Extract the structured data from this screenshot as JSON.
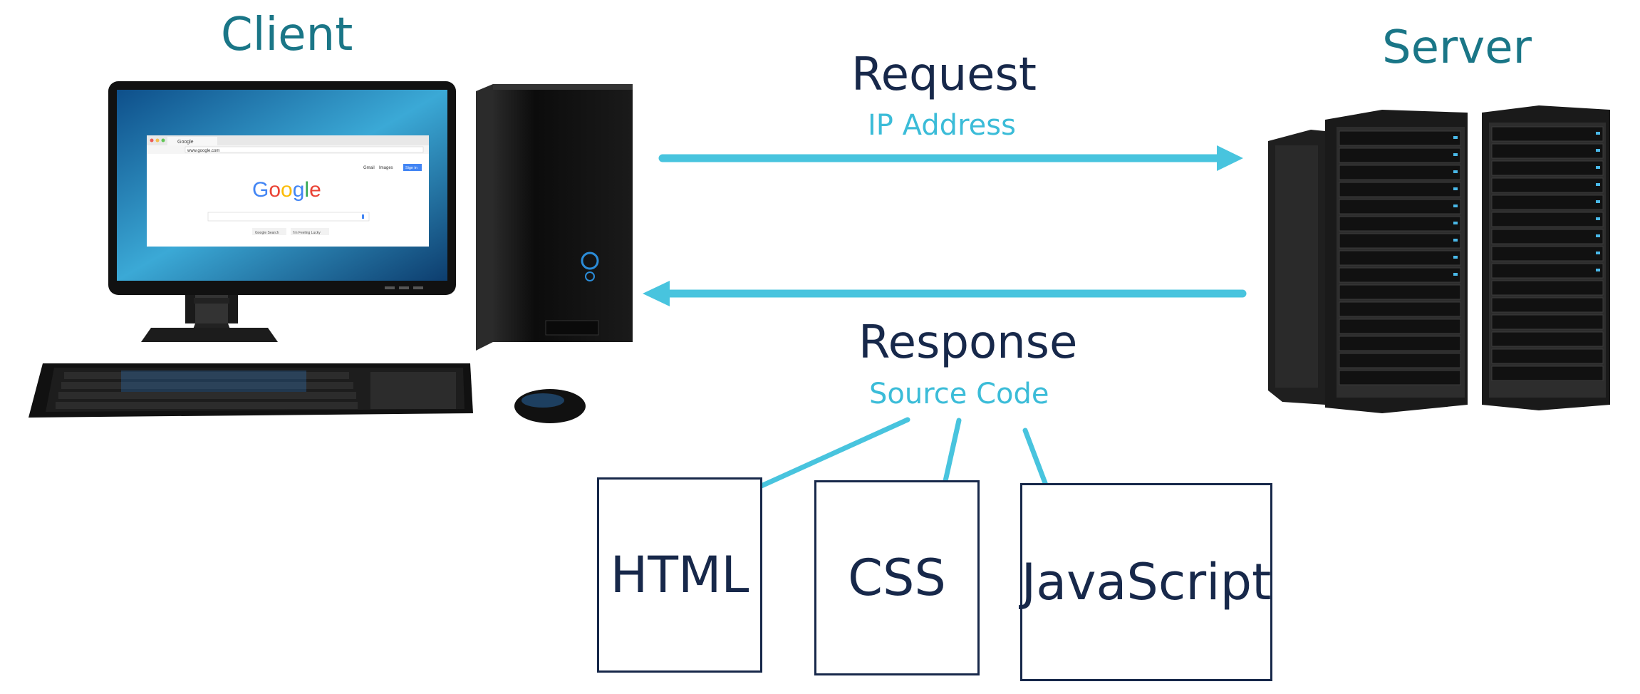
{
  "client": {
    "title": "Client"
  },
  "server": {
    "title": "Server"
  },
  "request": {
    "title": "Request",
    "subtitle": "IP Address"
  },
  "response": {
    "title": "Response",
    "subtitle": "Source Code"
  },
  "files": [
    {
      "label": "HTML"
    },
    {
      "label": "CSS"
    },
    {
      "label": "JavaScript"
    }
  ],
  "browser": {
    "tab_title": "Google",
    "url": "www.google.com",
    "top_links": [
      "Gmail",
      "Images"
    ],
    "sign_in": "Sign in",
    "logo": "Google",
    "buttons": [
      "Google Search",
      "I'm Feeling Lucky"
    ]
  },
  "colors": {
    "teal": "#1a7687",
    "navy": "#17284a",
    "cyan_arrow": "#48c4de",
    "cyan_text": "#3bbcd8"
  }
}
